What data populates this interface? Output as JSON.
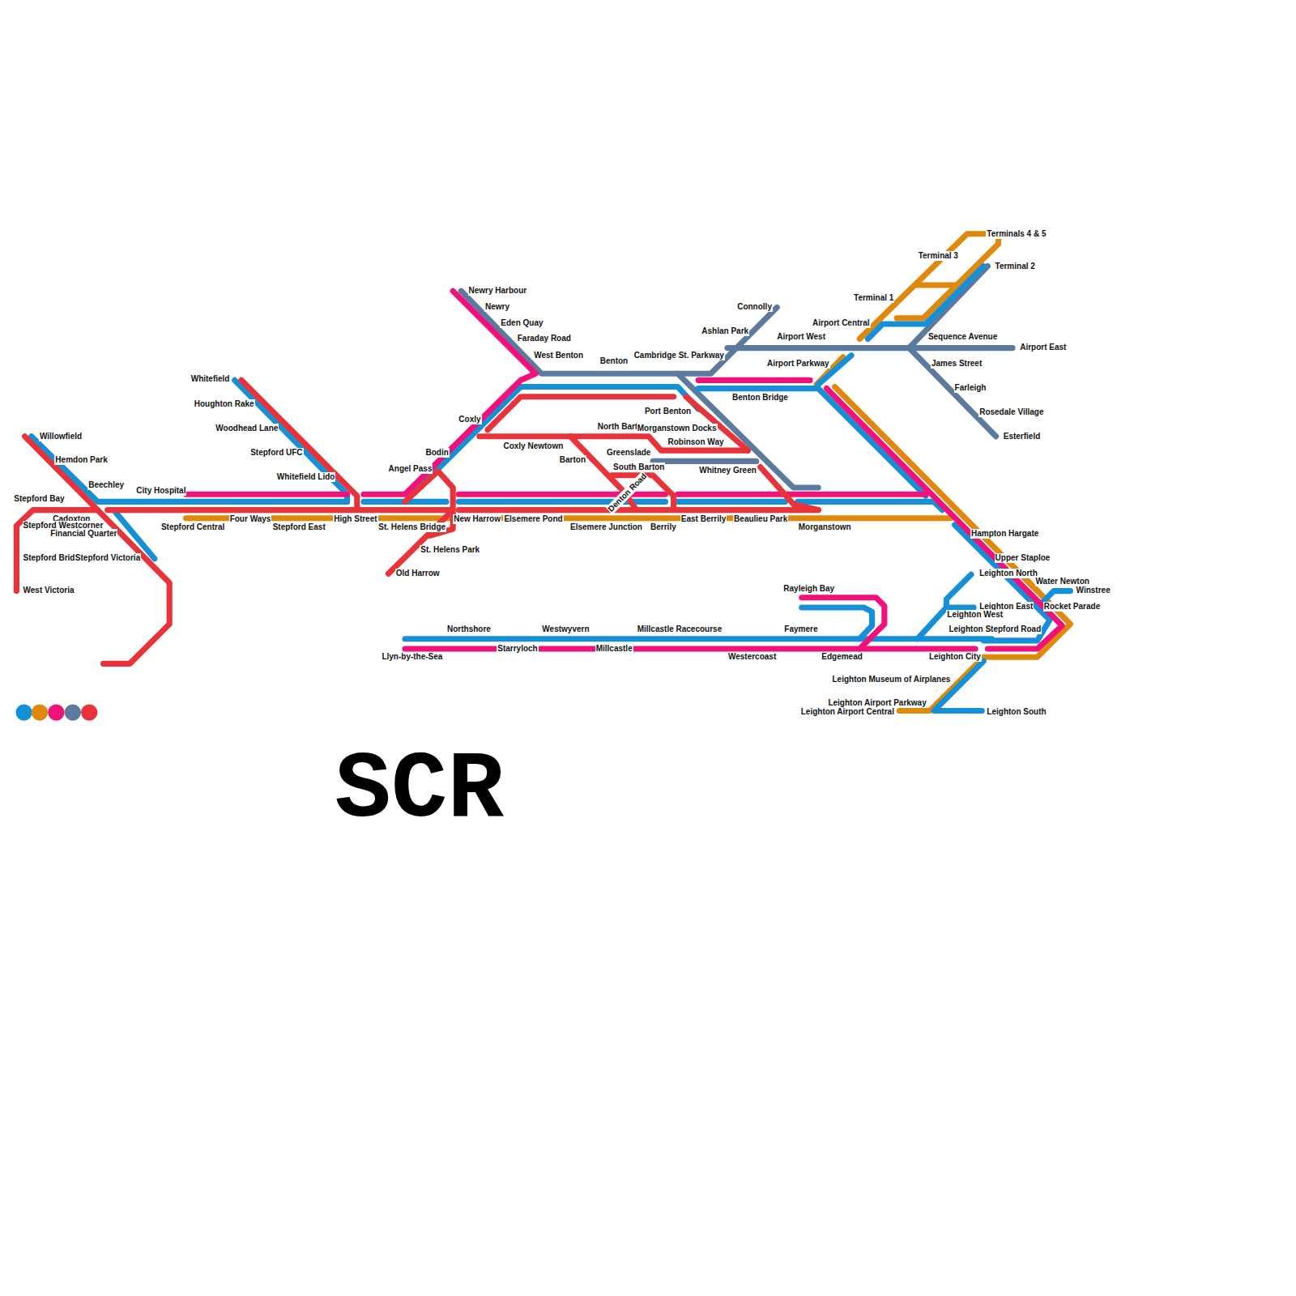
{
  "diagram": {
    "title": "SCR",
    "labels": [
      "Willowfield",
      "Hemdon Park",
      "Beechley",
      "City Hospital",
      "Stepford Bay",
      "Cadoxton",
      "Stepford Westcorner",
      "Financial Quarter",
      "Stepford Bridge",
      "Stepford Victoria",
      "West Victoria",
      "Whitefield",
      "Houghton Rake",
      "Woodhead Lane",
      "Stepford UFC",
      "Whitefield Lido",
      "Stepford Central",
      "Four Ways",
      "Stepford East",
      "High Street",
      "St. Helens Bridge",
      "New Harrow",
      "Elsemere Pond",
      "Elsemere Junction",
      "Berrily",
      "East Berrily",
      "Beaulieu Park",
      "Morganstown",
      "St. Helens Park",
      "Old Harrow",
      "Angel Pass",
      "Bodin",
      "Coxly",
      "Coxly Newtown",
      "Newry Harbour",
      "Newry",
      "Eden Quay",
      "Faraday Road",
      "West Benton",
      "Benton",
      "North Barton",
      "Barton",
      "Greenslade",
      "South Barton",
      "Denton Road",
      "Morganstown Docks",
      "Robinson Way",
      "Port Benton",
      "Whitney Green",
      "Benton Bridge",
      "Cambridge St. Parkway",
      "Ashlan Park",
      "Connolly",
      "Airport West",
      "Airport Parkway",
      "Airport Central",
      "Terminal 1",
      "Terminal 3",
      "Terminals 4 & 5",
      "Terminal 2",
      "Sequence Avenue",
      "Airport East",
      "James Street",
      "Farleigh",
      "Rosedale Village",
      "Esterfield",
      "Hampton Hargate",
      "Upper Staploe",
      "Leighton North",
      "Water Newton",
      "Winstree",
      "Leighton East",
      "Rocket Parade",
      "Leighton West",
      "Leighton Stepford Road",
      "Leighton City",
      "Leighton Museum of Airplanes",
      "Leighton Airport Parkway",
      "Leighton Airport Central",
      "Leighton South",
      "Rayleigh Bay",
      "Northshore",
      "Westwyvern",
      "Millcastle Racecourse",
      "Faymere",
      "Llyn-by-the-Sea",
      "Starryloch",
      "Millcastle",
      "Westercoast",
      "Edgemead"
    ]
  }
}
